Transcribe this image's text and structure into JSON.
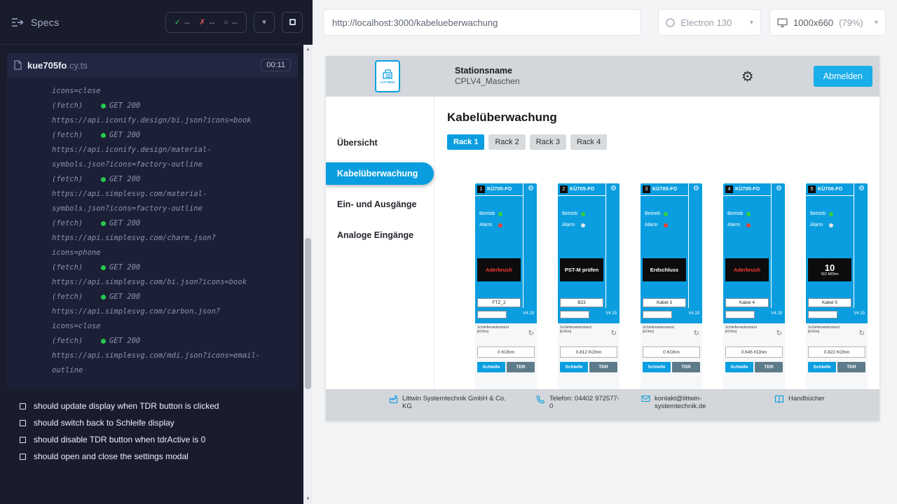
{
  "colors": {
    "accent": "#0a9ee0",
    "led_green": "#35d13c",
    "led_red": "#e84237",
    "led_off": "#e3e6e8",
    "status_red": "#ff3b30",
    "tdr_gray": "#5d7b8a"
  },
  "icons": {
    "gear": "⚙",
    "refresh": "↻",
    "chevron_down": "▾",
    "check": "✓",
    "cross": "✗",
    "pending": "○",
    "scroll_up": "▲",
    "scroll_down": "▼"
  },
  "reporter": {
    "title": "Specs",
    "stats": {
      "passed": "--",
      "failed": "--",
      "pending": "--"
    },
    "spec_name": "kue705fo",
    "spec_ext": ".cy.ts",
    "timer": "00:11",
    "logs": [
      {
        "url": "icons=close"
      },
      {
        "cmd": "(fetch)",
        "status": "GET 200",
        "url": "https://api.iconify.design/bi.json?icons=book"
      },
      {
        "cmd": "(fetch)",
        "status": "GET 200",
        "url": "https://api.iconify.design/material-symbols.json?icons=factory-outline"
      },
      {
        "cmd": "(fetch)",
        "status": "GET 200",
        "url": "https://api.simplesvg.com/material-symbols.json?icons=factory-outline"
      },
      {
        "cmd": "(fetch)",
        "status": "GET 200",
        "url": "https://api.simplesvg.com/charm.json?icons=phone"
      },
      {
        "cmd": "(fetch)",
        "status": "GET 200",
        "url": "https://api.simplesvg.com/bi.json?icons=book"
      },
      {
        "cmd": "(fetch)",
        "status": "GET 200",
        "url": "https://api.simplesvg.com/carbon.json?icons=close"
      },
      {
        "cmd": "(fetch)",
        "status": "GET 200",
        "url": "https://api.simplesvg.com/mdi.json?icons=email-outline"
      }
    ],
    "tests": [
      {
        "label": "should update display when TDR button is clicked"
      },
      {
        "label": "should switch back to Schleife display"
      },
      {
        "label": "should disable TDR button when tdrActive is 0"
      },
      {
        "label": "should open and close the settings modal"
      }
    ]
  },
  "toolbar": {
    "url": "http://localhost:3000/kabelueberwachung",
    "browser": "Electron 130",
    "viewport": "1000x660",
    "zoom": "(79%)"
  },
  "app": {
    "header": {
      "logo_text": "LITTWIN",
      "station_label": "Stationsname",
      "station_name": "CPLV4_Maschen",
      "logout_label": "Abmelden"
    },
    "nav": [
      "Übersicht",
      "Kabelüberwachung",
      "Ein- und Ausgänge",
      "Analoge Eingänge"
    ],
    "title": "Kabelüberwachung",
    "tabs": [
      "Rack 1",
      "Rack 2",
      "Rack 3",
      "Rack 4"
    ],
    "card_labels": {
      "betrieb": "Betrieb",
      "alarm": "Alarm",
      "meas": "Schleifenwiderstand [kOhm]",
      "schleife": "Schleife",
      "tdr": "TDR"
    },
    "cards": [
      {
        "num": "1",
        "model": "KÜ705-FO",
        "betrieb_class": "led-green",
        "alarm_class": "led-red",
        "status": "Aderbruch",
        "status_class": "st-red",
        "cable": "FTZ_2",
        "version": "V4.19",
        "value": "0 KOhm"
      },
      {
        "num": "2",
        "model": "KÜ705-FO",
        "betrieb_class": "led-green",
        "alarm_class": "led-off",
        "status": "PST-M prüfen",
        "status_class": "st-white",
        "cable": "B23",
        "version": "V4.19",
        "value": "0.812 KOhm"
      },
      {
        "num": "3",
        "model": "KÜ705-FO",
        "betrieb_class": "led-green",
        "alarm_class": "led-red",
        "status": "Erdschluss",
        "status_class": "st-white",
        "cable": "Kabel 3",
        "version": "V4.19",
        "value": "0 KOhm"
      },
      {
        "num": "4",
        "model": "KÜ705-FO",
        "betrieb_class": "led-green",
        "alarm_class": "led-red",
        "status": "Aderbruch",
        "status_class": "st-red",
        "cable": "Kabel 4",
        "version": "V4.19",
        "value": "0.645 KOhm"
      },
      {
        "num": "5",
        "model": "KÜ706-FO",
        "betrieb_class": "led-green",
        "alarm_class": "led-off",
        "status": "10",
        "status_sub": "ISO MOhm",
        "status_class": "st-big",
        "cable": "Kabel 5",
        "version": "V4.19",
        "value": "0.822 KOhm"
      }
    ],
    "footer": {
      "company": "Littwin Systemtechnik GmbH & Co. KG",
      "phone": "Telefon: 04402 972577-0",
      "email": "kontakt@littwin-systemtechnik.de",
      "manuals": "Handbücher"
    }
  }
}
